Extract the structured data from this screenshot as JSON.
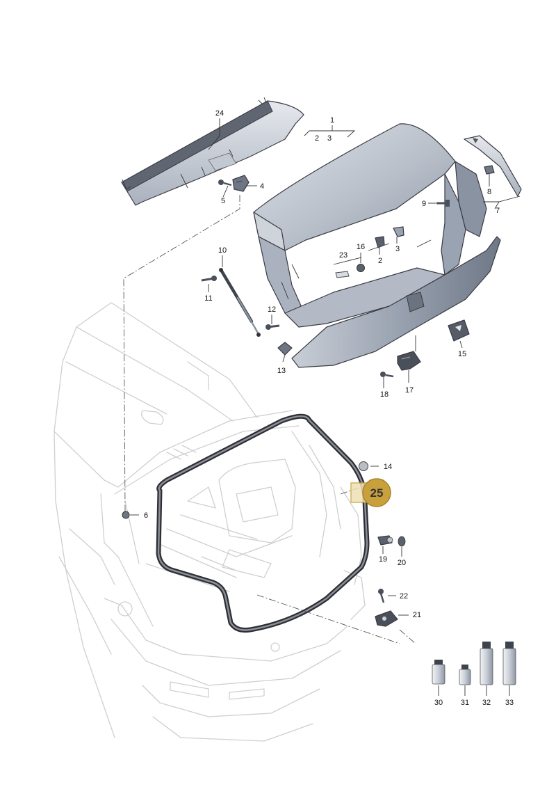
{
  "diagram": {
    "highlight": {
      "number": "25",
      "color": "#c9a13c"
    },
    "colors": {
      "part_fill": "#b8bfc9",
      "part_dark": "#8f98a6",
      "car_outline": "#cfcfd4",
      "seal": "#2e2e34"
    },
    "labels": {
      "p1": "1",
      "p2a": "2",
      "p3a": "3",
      "p2b": "2",
      "p3b": "3",
      "p4": "4",
      "p5": "5",
      "p6": "6",
      "p7": "7",
      "p8": "8",
      "p9": "9",
      "p10": "10",
      "p11": "11",
      "p12": "12",
      "p13": "13",
      "p14": "14",
      "p15": "15",
      "p16": "16",
      "p17": "17",
      "p18": "18",
      "p19": "19",
      "p20": "20",
      "p21": "21",
      "p22": "22",
      "p23": "23",
      "p24": "24",
      "p30": "30",
      "p31": "31",
      "p32": "32",
      "p33": "33"
    }
  }
}
